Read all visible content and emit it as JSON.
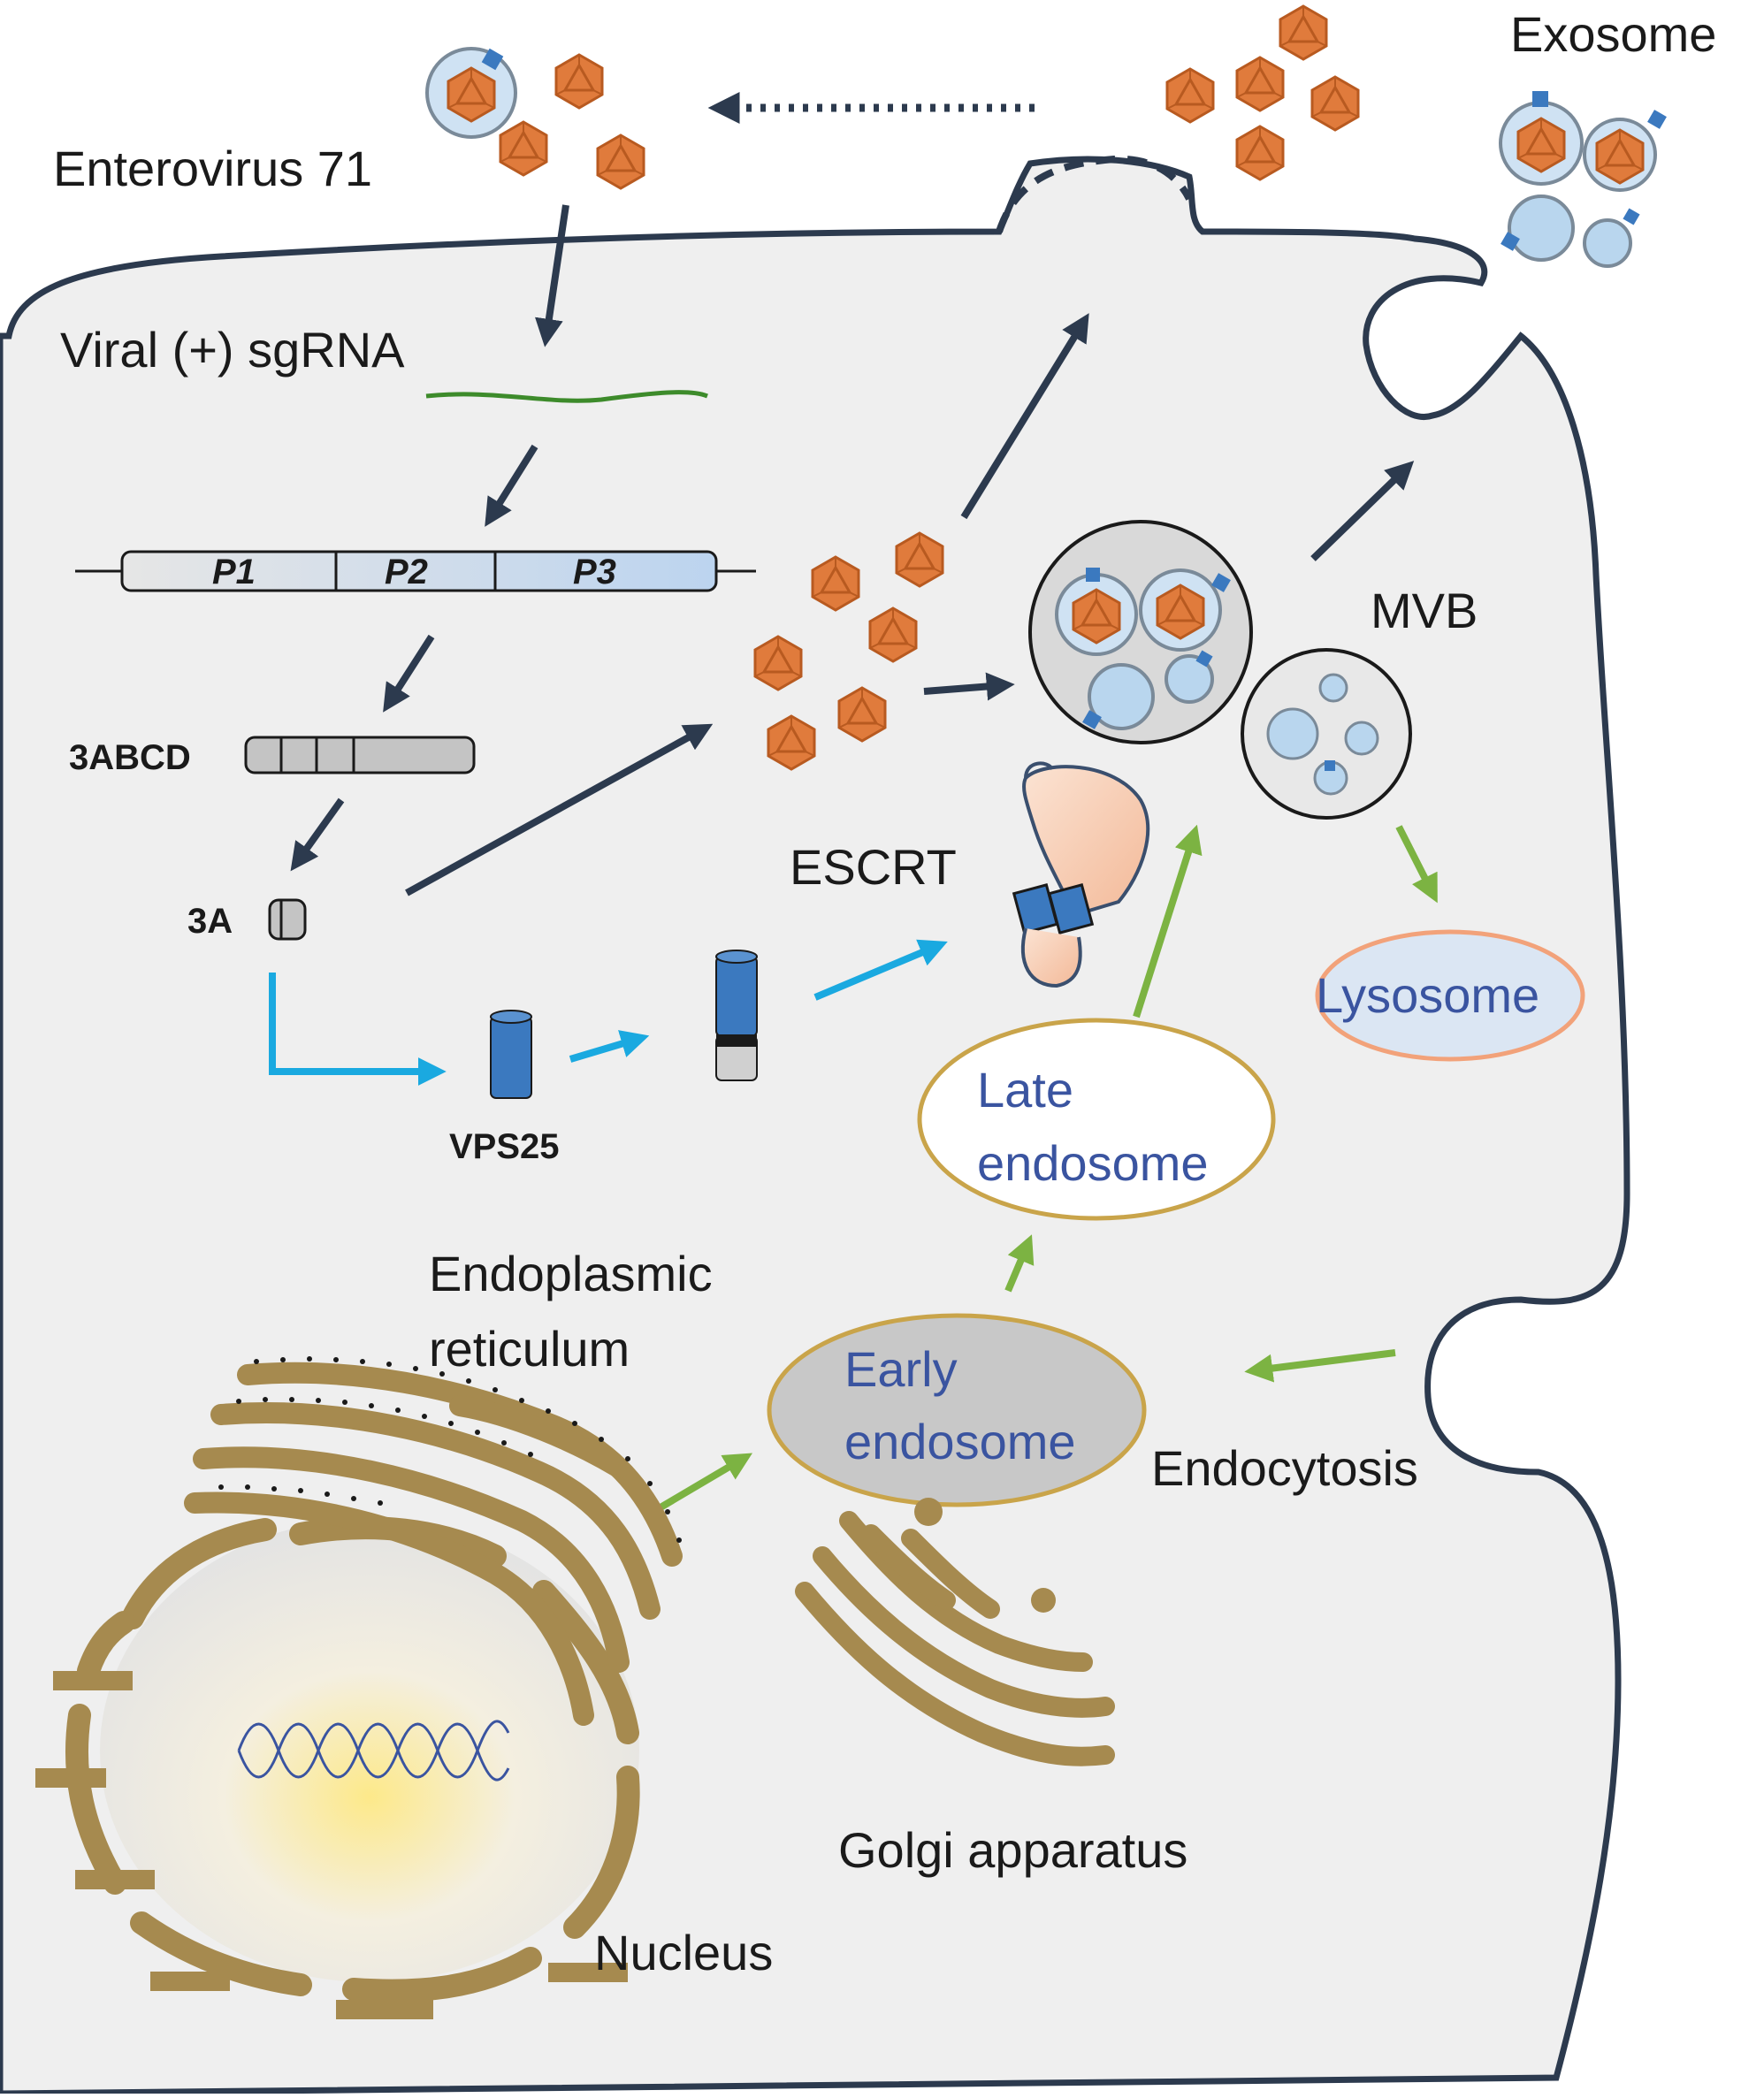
{
  "labels": {
    "enterovirus": "Enterovirus 71",
    "exosome": "Exosome",
    "viral_rna": "Viral (+) sgRNA",
    "p1": "P1",
    "p2": "P2",
    "p3": "P3",
    "abcd": "3ABCD",
    "a3": "3A",
    "vps25": "VPS25",
    "escrt": "ESCRT",
    "mvb": "MVB",
    "lysosome": "Lysosome",
    "late_endosome_1": "Late",
    "late_endosome_2": "endosome",
    "early_endosome_1": "Early",
    "early_endosome_2": "endosome",
    "endocytosis": "Endocytosis",
    "er_1": "Endoplasmic",
    "er_2": "reticulum",
    "golgi": "Golgi apparatus",
    "nucleus": "Nucleus"
  },
  "colors": {
    "cell": "#efefef",
    "membrane": "#2c3a4e",
    "arrow_dark": "#2c3a4e",
    "arrow_cyan": "#1aa9e0",
    "arrow_green": "#7cb342",
    "virus": "#e07b3c",
    "vesicle": "#b9d6ee",
    "er_golgi": "#a68a4f",
    "text_blue": "#3a54a0"
  }
}
